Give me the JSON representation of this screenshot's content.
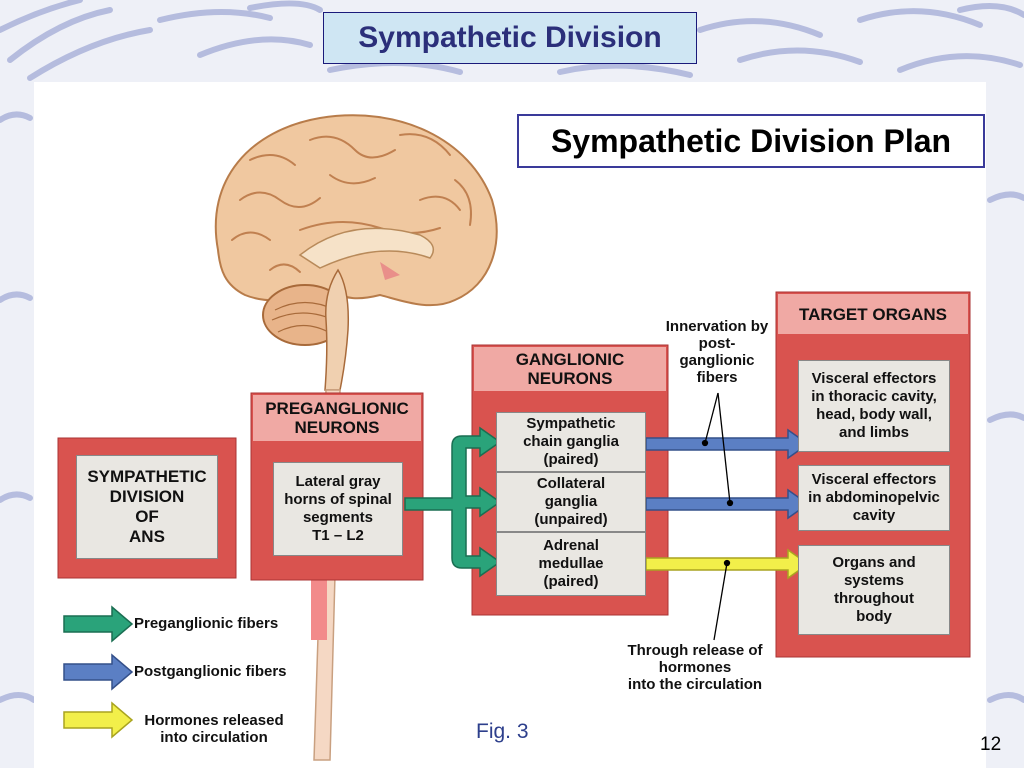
{
  "slide": {
    "title": "Sympathetic Division",
    "figure_caption": "Fig. 3",
    "page_number": "12"
  },
  "diagram": {
    "title": "Sympathetic Division Plan",
    "division_box": "SYMPATHETIC\nDIVISION\nOF\nANS",
    "preganglionic": {
      "header": "PREGANGLIONIC\nNEURONS",
      "content": "Lateral gray\nhorns of spinal\nsegments\nT1 – L2"
    },
    "ganglionic": {
      "header": "GANGLIONIC\nNEURONS",
      "items": [
        "Sympathetic\nchain ganglia\n(paired)",
        "Collateral\nganglia\n(unpaired)",
        "Adrenal\nmedullae\n(paired)"
      ]
    },
    "targets": {
      "header": "TARGET ORGANS",
      "items": [
        "Visceral effectors\nin thoracic cavity,\nhead, body wall,\nand limbs",
        "Visceral effectors\nin abdominopelvic\ncavity",
        "Organs and\nsystems\nthroughout\nbody"
      ]
    },
    "annotations": {
      "innervation": "Innervation by\npost-\nganglionic\nfibers",
      "hormones": "Through release of\nhormones\ninto the circulation"
    },
    "legend": [
      {
        "label": "Preganglionic fibers",
        "color": "#2aa37a"
      },
      {
        "label": "Postganglionic fibers",
        "color": "#5b7fc4"
      },
      {
        "label": "Hormones released\ninto circulation",
        "color": "#f2ef4a"
      }
    ],
    "colors": {
      "box_outer": "#d9534f",
      "box_header": "#f0a9a4",
      "box_inner": "#e9e7e2"
    }
  }
}
